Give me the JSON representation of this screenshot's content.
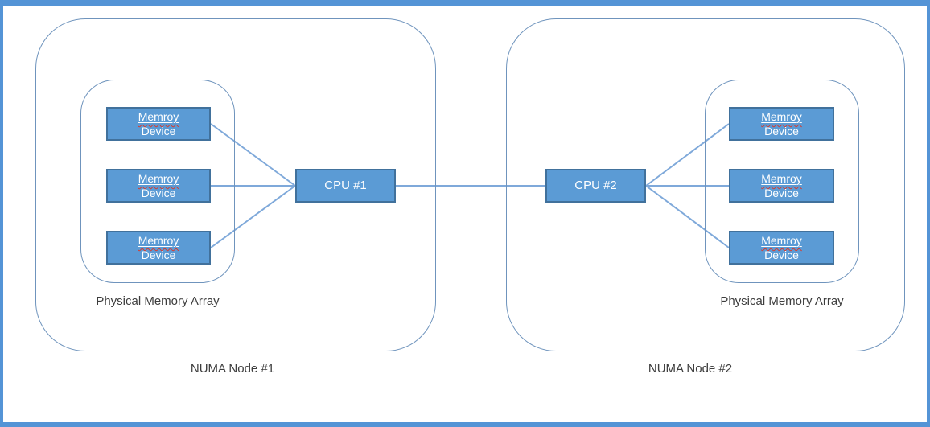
{
  "diagram": {
    "description": "NUMA architecture diagram with two NUMA nodes, each containing a CPU linked to a physical memory array of three memory devices"
  },
  "colors": {
    "frame_border": "#5494d6",
    "container_border": "#6f94bd",
    "box_fill": "#5b9bd5",
    "box_border": "#41719c",
    "connector": "#7fa9da",
    "label_text": "#3d3d3d",
    "box_text": "#ffffff",
    "spellcheck_squiggle": "#d93a2b"
  },
  "nodes": [
    {
      "label": "NUMA Node #1",
      "cpu": "CPU #1",
      "memory_label": "Physical Memory Array",
      "devices": [
        {
          "line1": "Memroy",
          "line2": "Device"
        },
        {
          "line1": "Memroy",
          "line2": "Device"
        },
        {
          "line1": "Memroy",
          "line2": "Device"
        }
      ]
    },
    {
      "label": "NUMA Node #2",
      "cpu": "CPU #2",
      "memory_label": "Physical Memory Array",
      "devices": [
        {
          "line1": "Memroy",
          "line2": "Device"
        },
        {
          "line1": "Memroy",
          "line2": "Device"
        },
        {
          "line1": "Memroy",
          "line2": "Device"
        }
      ]
    }
  ]
}
